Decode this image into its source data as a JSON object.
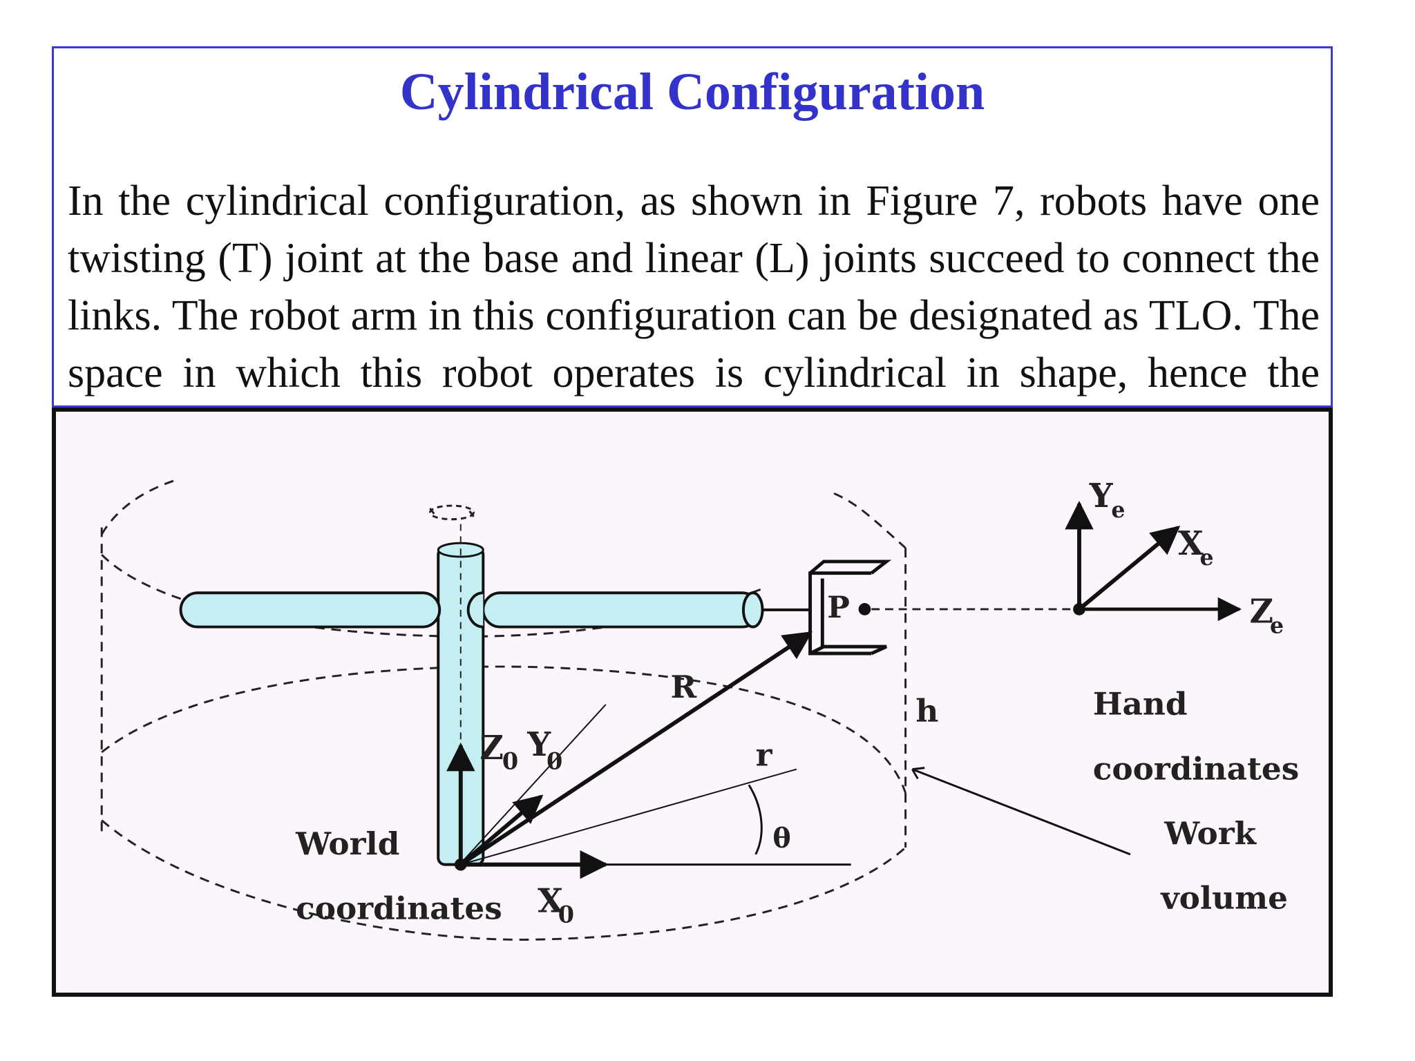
{
  "slide": {
    "title": "Cylindrical Configuration",
    "paragraph": "In the cylindrical configuration, as shown in Figure 7, robots have one twisting (T) joint at the base and linear (L) joints succeed to connect the links. The robot arm in this configuration can be designated as TLO. The space in which this robot operates is cylindrical in shape, hence the name cylindrical configuration."
  },
  "figure": {
    "labels": {
      "world": "World",
      "world_coords": "coordinates",
      "x0": "X",
      "y0": "Y",
      "z0": "Z",
      "sub0": "0",
      "R": "R",
      "r": "r",
      "theta": "θ",
      "h": "h",
      "P": "P",
      "ye": "Y",
      "xe": "X",
      "ze": "Z",
      "sub_e": "e",
      "hand": "Hand",
      "hand_coords": "coordinates",
      "work": "Work",
      "volume": "volume"
    },
    "colors": {
      "link_fill": "#c5eef2",
      "stroke": "#111111",
      "background": "#fcf5fb"
    }
  }
}
